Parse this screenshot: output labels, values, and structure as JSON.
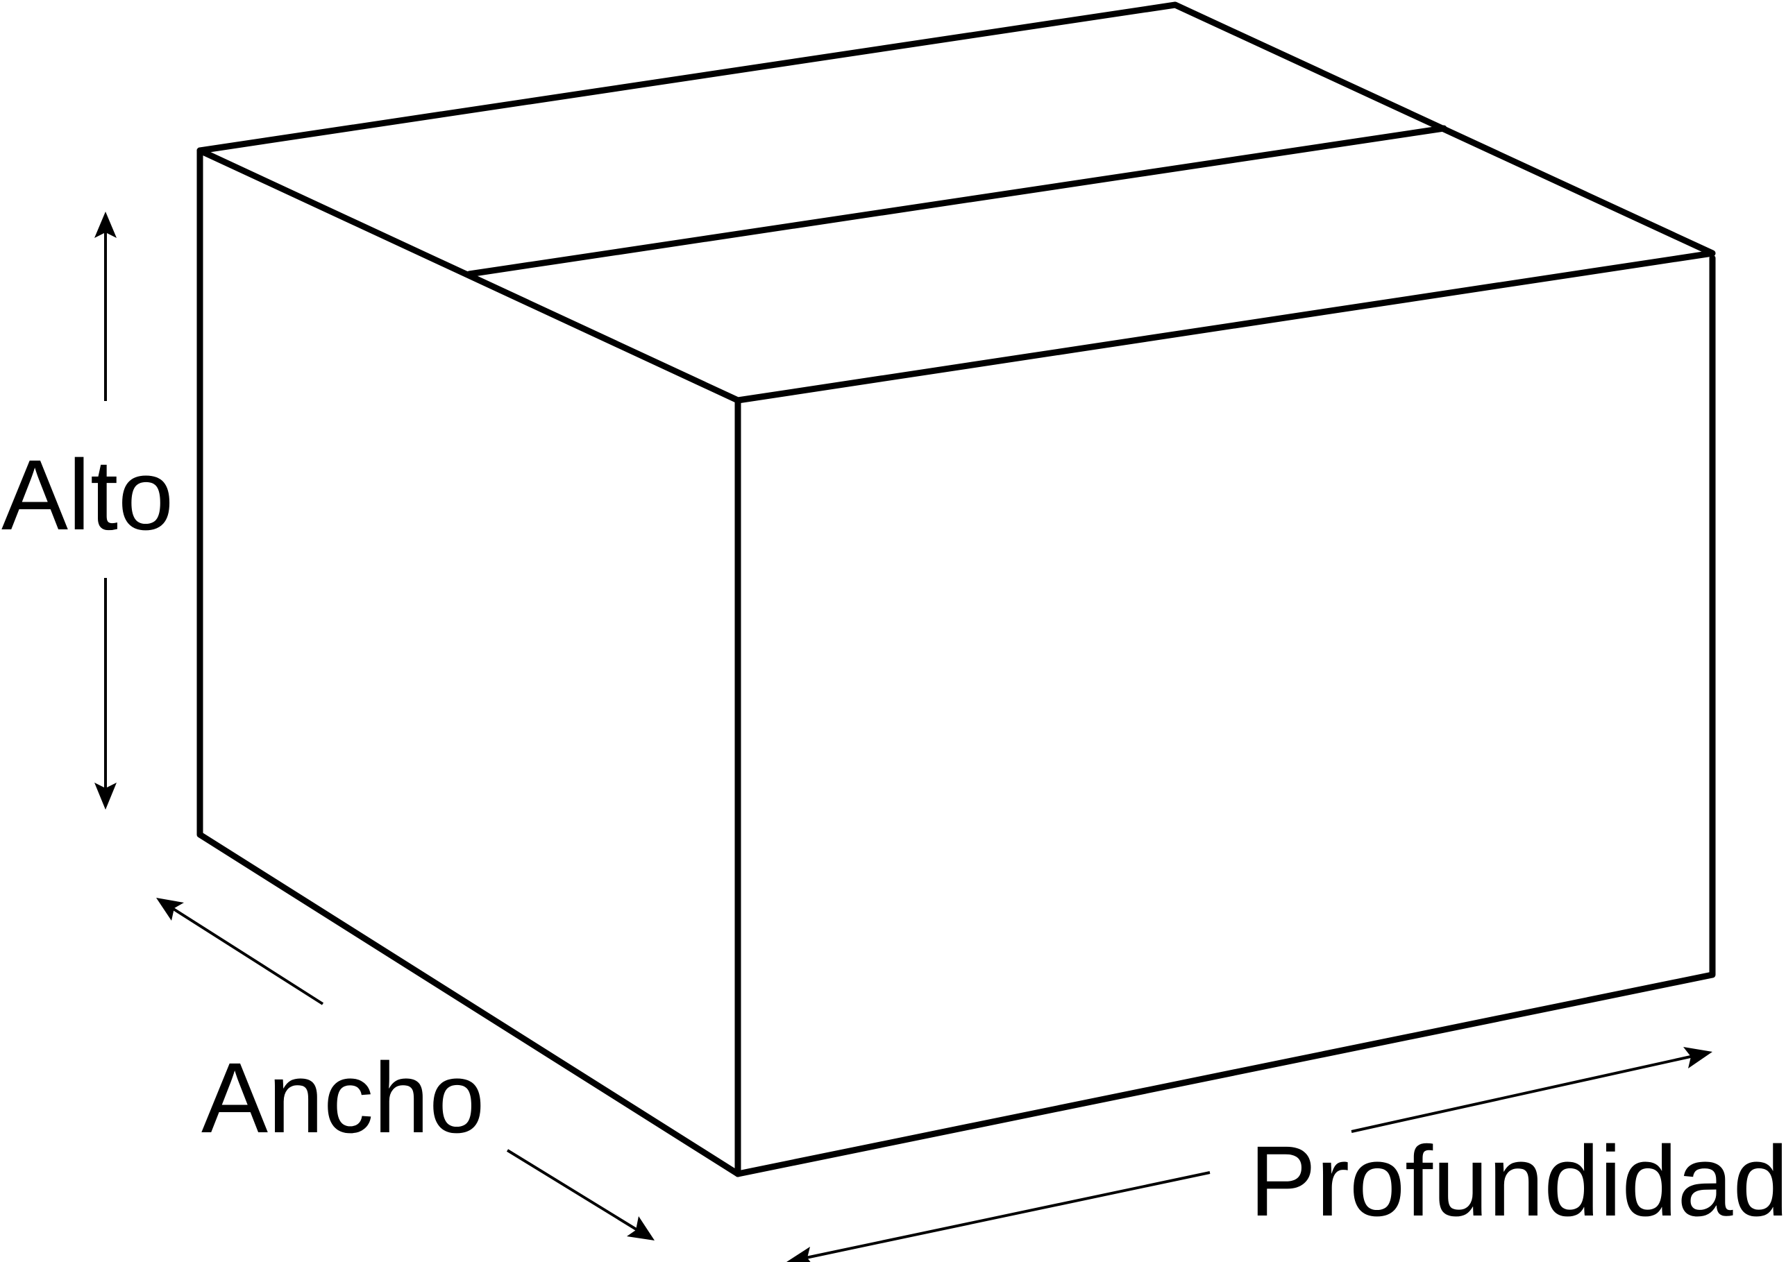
{
  "labels": {
    "height": "Alto",
    "width": "Ancho",
    "depth": "Profundidad"
  },
  "colors": {
    "stroke": "#000000",
    "background": "#ffffff"
  }
}
